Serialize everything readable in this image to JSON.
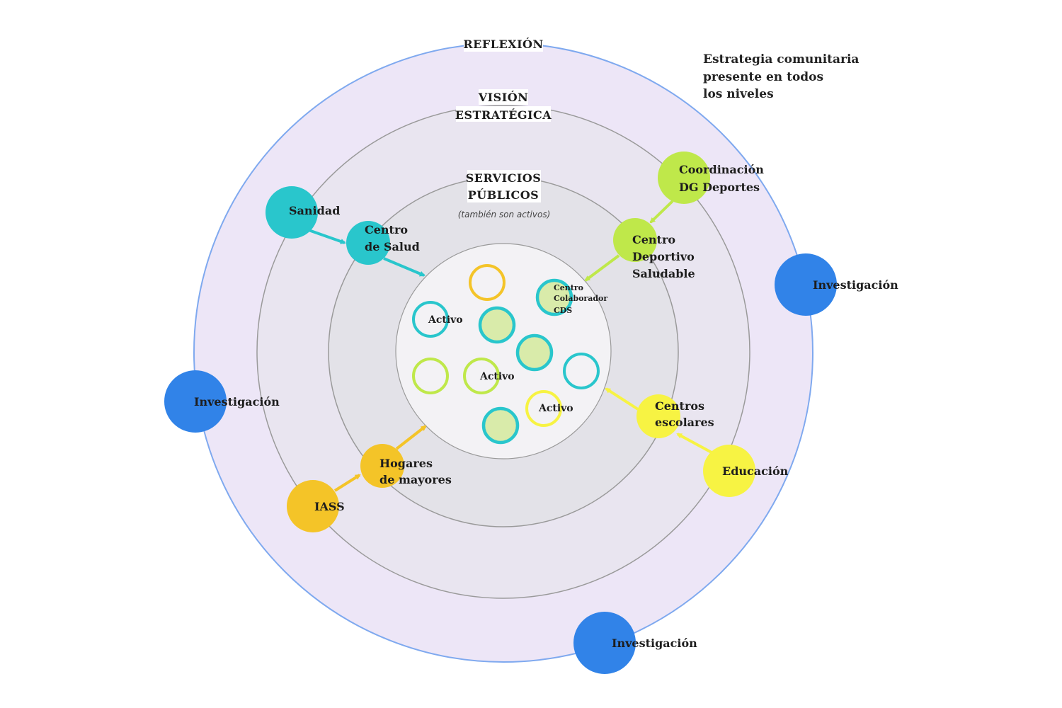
{
  "note": "Estrategia comunitaria\npresente en todos\nlos niveles",
  "colors": {
    "outer_fill": "#ede6f7",
    "outer_stroke": "#7fa9ef",
    "ring2_fill": "#e9e5f0",
    "ring3_fill": "#e3e2e8",
    "inner_fill": "#f3f2f5",
    "ring_stroke": "#9a9a9a",
    "teal": "#29c6cc",
    "lime": "#bfe84a",
    "yellow": "#f7f343",
    "gold": "#f4c428",
    "blue": "#3183e8",
    "active_fill": "#d9ebaa"
  },
  "rings": [
    {
      "id": "reflexion",
      "lines": [
        "REFLEXIÓN"
      ]
    },
    {
      "id": "vision",
      "lines": [
        "VISIÓN",
        "ESTRATÉGICA"
      ]
    },
    {
      "id": "servicios",
      "lines": [
        "SERVICIOS",
        "PÚBLICOS"
      ],
      "subtitle": "(también son activos)"
    }
  ],
  "nodes": [
    {
      "id": "sanidad",
      "lines": [
        "Sanidad"
      ],
      "color": "teal"
    },
    {
      "id": "centro-salud",
      "lines": [
        "Centro",
        "de Salud"
      ],
      "color": "teal"
    },
    {
      "id": "coordinacion",
      "lines": [
        "Coordinación",
        "DG Deportes"
      ],
      "color": "lime"
    },
    {
      "id": "centro-deportivo",
      "lines": [
        "Centro",
        "Deportivo",
        "Saludable"
      ],
      "color": "lime"
    },
    {
      "id": "educacion",
      "lines": [
        "Educación"
      ],
      "color": "yellow"
    },
    {
      "id": "centros-escolares",
      "lines": [
        "Centros",
        "escolares"
      ],
      "color": "yellow"
    },
    {
      "id": "iass",
      "lines": [
        "IASS"
      ],
      "color": "gold"
    },
    {
      "id": "hogares",
      "lines": [
        "Hogares",
        "de mayores"
      ],
      "color": "gold"
    },
    {
      "id": "investigacion-right",
      "lines": [
        "Investigación"
      ],
      "color": "blue"
    },
    {
      "id": "investigacion-left",
      "lines": [
        "Investigación"
      ],
      "color": "blue"
    },
    {
      "id": "investigacion-bottom",
      "lines": [
        "Investigación"
      ],
      "color": "blue"
    }
  ],
  "assets": [
    {
      "id": "asset-gold-top",
      "stroke": "gold",
      "filled": false,
      "lines": []
    },
    {
      "id": "asset-cds",
      "stroke": "teal",
      "filled": true,
      "lines": [
        "Centro",
        "Colaborador",
        "CDS"
      ]
    },
    {
      "id": "asset-activo-1",
      "stroke": "teal",
      "filled": false,
      "lines": [
        "Activo"
      ]
    },
    {
      "id": "asset-teal-filled-1",
      "stroke": "teal",
      "filled": true,
      "lines": []
    },
    {
      "id": "asset-teal-filled-2",
      "stroke": "teal",
      "filled": true,
      "lines": []
    },
    {
      "id": "asset-lime-empty",
      "stroke": "lime",
      "filled": false,
      "lines": []
    },
    {
      "id": "asset-activo-2",
      "stroke": "lime",
      "filled": false,
      "lines": [
        "Activo"
      ]
    },
    {
      "id": "asset-teal-empty",
      "stroke": "teal",
      "filled": false,
      "lines": []
    },
    {
      "id": "asset-activo-3",
      "stroke": "yellow",
      "filled": false,
      "lines": [
        "Activo"
      ]
    },
    {
      "id": "asset-teal-filled-3",
      "stroke": "teal",
      "filled": true,
      "lines": []
    }
  ],
  "arrows": [
    {
      "id": "arrow-sanidad-centro-salud",
      "color": "teal"
    },
    {
      "id": "arrow-centro-salud-activos",
      "color": "teal"
    },
    {
      "id": "arrow-coordinacion-centro-deportivo",
      "color": "lime"
    },
    {
      "id": "arrow-centro-deportivo-activos",
      "color": "lime"
    },
    {
      "id": "arrow-educacion-centros-escolares",
      "color": "yellow"
    },
    {
      "id": "arrow-centros-escolares-activos",
      "color": "yellow"
    },
    {
      "id": "arrow-iass-hogares",
      "color": "gold"
    },
    {
      "id": "arrow-hogares-activos",
      "color": "gold"
    }
  ]
}
